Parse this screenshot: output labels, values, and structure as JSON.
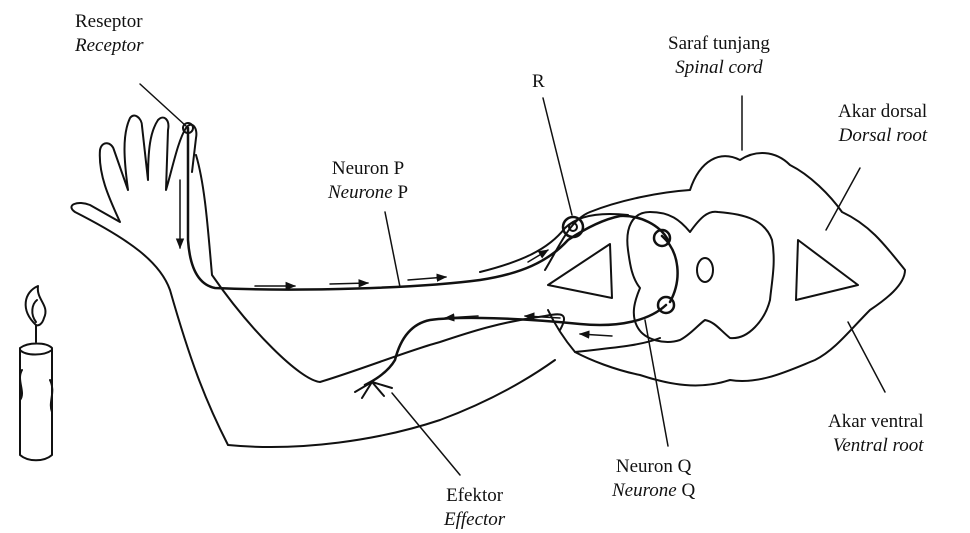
{
  "labels": {
    "receptor": {
      "ms": "Reseptor",
      "en": "Receptor"
    },
    "spinal_cord": {
      "ms": "Saraf tunjang",
      "en": "Spinal cord"
    },
    "r": {
      "text": "R"
    },
    "dorsal_root": {
      "ms": "Akar dorsal",
      "en": "Dorsal root"
    },
    "neuron_p": {
      "ms": "Neuron P",
      "en_italic": "Neurone",
      "en_suffix": "P"
    },
    "ventral_root": {
      "ms": "Akar ventral",
      "en": "Ventral root"
    },
    "neuron_q": {
      "ms": "Neuron Q",
      "en_italic": "Neurone",
      "en_suffix": "Q"
    },
    "effector": {
      "ms": "Efektor",
      "en": "Effector"
    }
  }
}
